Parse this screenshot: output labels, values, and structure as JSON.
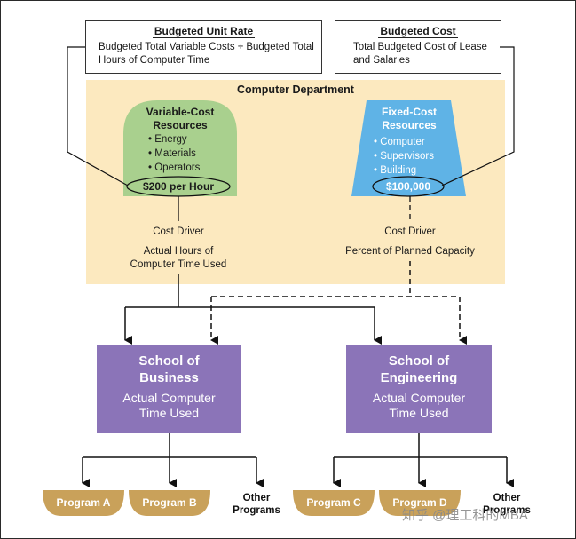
{
  "rate_box": {
    "title": "Budgeted Unit Rate",
    "line1": "Budgeted Total Variable Costs ÷ Budgeted Total",
    "line2": "Hours of Computer Time"
  },
  "cost_box": {
    "title": "Budgeted Cost",
    "line1": "Total Budgeted Cost of Lease",
    "line2": "and Salaries"
  },
  "department": {
    "title": "Computer Department",
    "variable": {
      "title1": "Variable-Cost",
      "title2": "Resources",
      "items": [
        "Energy",
        "Materials",
        "Operators"
      ],
      "rate": "$200 per Hour",
      "driver_label": "Cost Driver",
      "driver_line1": "Actual Hours of",
      "driver_line2": "Computer Time Used"
    },
    "fixed": {
      "title1": "Fixed-Cost",
      "title2": "Resources",
      "items": [
        "Computer",
        "Supervisors",
        "Building"
      ],
      "amount": "$100,000",
      "driver_label": "Cost Driver",
      "driver_line1": "Percent of Planned Capacity"
    }
  },
  "schools": [
    {
      "name1": "School of",
      "name2": "Business",
      "sub1": "Actual Computer",
      "sub2": "Time Used"
    },
    {
      "name1": "School of",
      "name2": "Engineering",
      "sub1": "Actual Computer",
      "sub2": "Time Used"
    }
  ],
  "programs": {
    "a": "Program A",
    "b": "Program B",
    "c": "Program C",
    "d": "Program D",
    "other_line1": "Other",
    "other_line2": "Programs"
  },
  "watermark": "知乎 @理工科的MBA",
  "colors": {
    "panel": "#fce9bf",
    "variable_shape": "#a9d08e",
    "fixed_shape": "#5fb3e6",
    "school": "#8b74b8",
    "program": "#c9a15a"
  }
}
